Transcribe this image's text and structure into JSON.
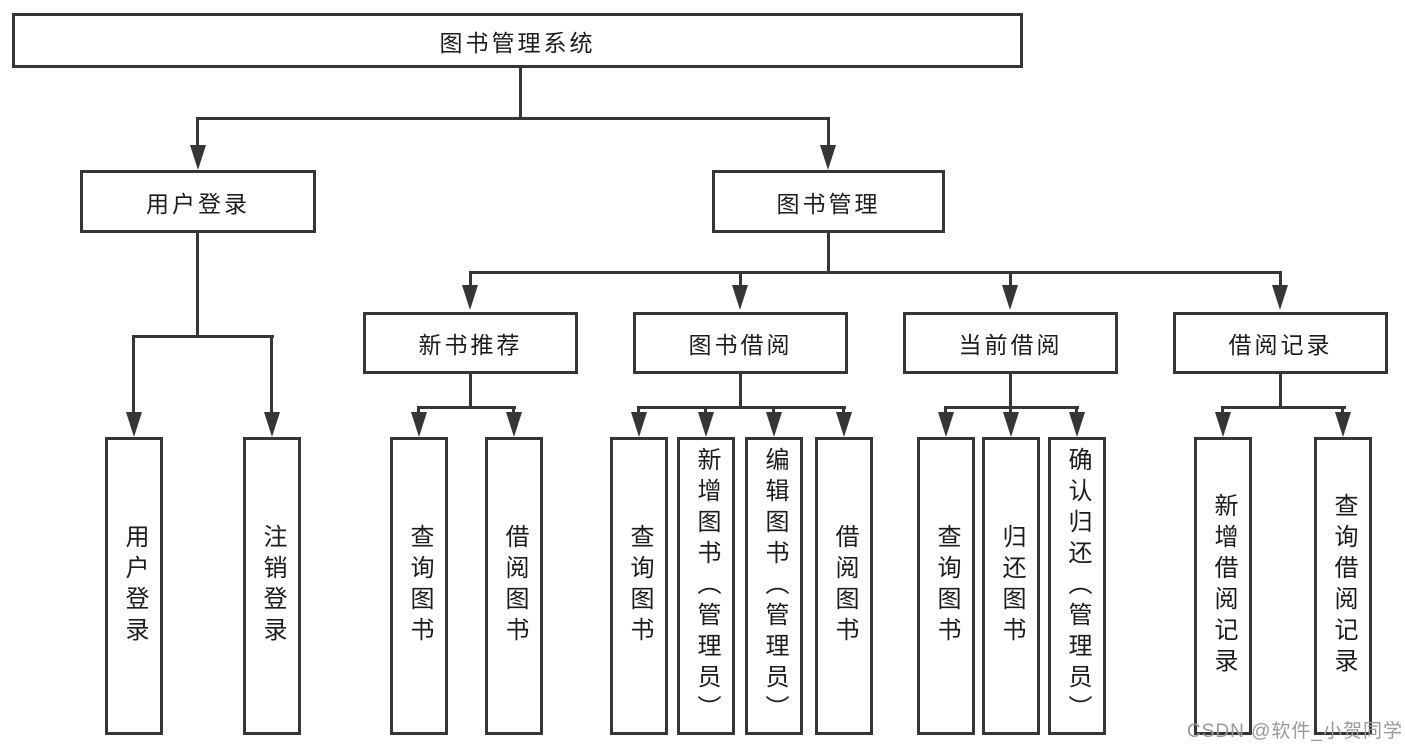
{
  "diagram_type": "hierarchy-tree",
  "colors": {
    "background": "#ffffff",
    "line": "#363636",
    "box_border": "#363636",
    "text": "#1c1c1c",
    "watermark_text": "#9a9a9a"
  },
  "tree": {
    "root": {
      "label": "图书管理系统",
      "children": [
        {
          "label": "用户登录",
          "children": [
            {
              "label": "用户登录"
            },
            {
              "label": "注销登录"
            }
          ]
        },
        {
          "label": "图书管理",
          "children": [
            {
              "label": "新书推荐",
              "children": [
                {
                  "label": "查询图书"
                },
                {
                  "label": "借阅图书"
                }
              ]
            },
            {
              "label": "图书借阅",
              "children": [
                {
                  "label": "查询图书"
                },
                {
                  "label": "新增图书（管理员）"
                },
                {
                  "label": "编辑图书（管理员）"
                },
                {
                  "label": "借阅图书"
                }
              ]
            },
            {
              "label": "当前借阅",
              "children": [
                {
                  "label": "查询图书"
                },
                {
                  "label": "归还图书"
                },
                {
                  "label": "确认归还（管理员）"
                }
              ]
            },
            {
              "label": "借阅记录",
              "children": [
                {
                  "label": "新增借阅记录"
                },
                {
                  "label": "查询借阅记录"
                }
              ]
            }
          ]
        }
      ]
    }
  },
  "watermark": {
    "text": "CSDN @软件_小贺同学"
  }
}
